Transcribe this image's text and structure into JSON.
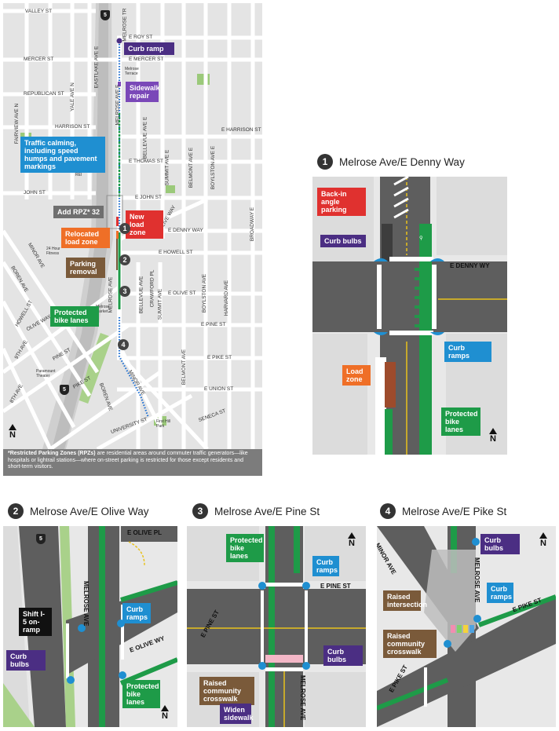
{
  "colors": {
    "purple": "#4b2e83",
    "green": "#1e9b48",
    "blue": "#1f8fd1",
    "red": "#e0312f",
    "orange": "#ef6f27",
    "brown": "#7a5a3a",
    "gray": "#6f6f6f",
    "violet": "#7a48b8",
    "black": "#111111"
  },
  "overview": {
    "streets": {
      "valley": "VALLEY ST",
      "mercer": "MERCER ST",
      "republican": "REPUBLICAN ST",
      "harrison": "HARRISON ST",
      "thomas": "E THOMAS ST",
      "john": "JOHN ST",
      "ejohn": "E JOHN ST",
      "denny": "E DENNY WAY",
      "howell": "E HOWELL ST",
      "olive": "E OLIVE ST",
      "pine": "E PINE ST",
      "pike": "E PIKE ST",
      "union": "E UNION ST",
      "seneca": "SENECA ST",
      "university": "UNIVERSITY ST",
      "eroy": "E ROY ST",
      "emercer": "E MERCER ST",
      "eharrison": "E HARRISON ST",
      "pine_w": "PINE ST",
      "pike_w": "PIKE ST",
      "olive_way": "OLIVE WAY",
      "howell_w": "HOWELL ST",
      "ninth": "9TH AVE",
      "eighth": "8TH AVE",
      "minor": "MINOR AVE",
      "boren": "BOREN AVE",
      "fairview": "FAIRVIEW AVE N",
      "yale": "YALE AVE N",
      "eastlake": "EASTLAKE AVE E",
      "melrose_e": "MELROSE AVE E",
      "melrose_n": "MELROSE AVE",
      "bellevue_e": "BELLEVUE AVE E",
      "summit_e": "SUMMIT AVE E",
      "belmont_e": "BELMONT AVE E",
      "boylston_e": "BOYLSTON AVE E",
      "broadway_e": "BROADWAY E",
      "olive_way_e": "OLIVE WAY",
      "bellevue": "BELLEVUE AVE",
      "crawford": "CRAWFORD PL",
      "summit": "SUMMIT AVE",
      "belmont": "BELMONT AVE",
      "boylston": "BOYLSTON AVE",
      "harvard": "HARVARD AVE",
      "minor_s": "MINOR AVE",
      "boren_s": "BOREN AVE",
      "melrose_terr": "Melrose Terrace",
      "melrose_mkt": "Melrose Market",
      "fitness": "24 Hour Fitness",
      "paramount": "Paramount Theater",
      "firsthill": "First Hill Park",
      "rei": "REI",
      "melrose_top": "MELROSE TR"
    },
    "callouts": {
      "curb_ramp": "Curb ramp",
      "sidewalk": "Sidewalk repair",
      "traffic": "Traffic calming, including speed humps and pavement markings",
      "rpz": "Add RPZ* 32",
      "new_load": "New load zone",
      "relocated": "Relocated load zone",
      "parking": "Parking removal",
      "bike": "Protected bike lanes"
    },
    "markers": [
      "1",
      "2",
      "3",
      "4"
    ],
    "interstate": "5",
    "north": "N",
    "footnote_bold": "*Restricted Parking Zones (RPZs)",
    "footnote_rest": " are residential areas around commuter traffic generators—like hospitals or lightrail stations—where on-street parking is restricted for those except residents and short-term visitors."
  },
  "detail1": {
    "num": "1",
    "title": "Melrose Ave/E Denny Way",
    "labels": {
      "angle": "Back-in angle parking",
      "bulbs": "Curb bulbs",
      "ramps": "Curb ramps",
      "load": "Load zone",
      "bike": "Protected bike lanes"
    },
    "street": "E DENNY WY",
    "north": "N"
  },
  "detail2": {
    "num": "2",
    "title": "Melrose Ave/E Olive Way",
    "labels": {
      "shift": "Shift I-5 on-ramp",
      "bulbs": "Curb bulbs",
      "ramps": "Curb ramps",
      "bike": "Protected bike lanes"
    },
    "streets": {
      "olive_pl": "E OLIVE PL",
      "melrose": "MELROSE AVE",
      "olive_wy": "E OLIVE WY"
    },
    "interstate": "5",
    "north": "N"
  },
  "detail3": {
    "num": "3",
    "title": "Melrose Ave/E Pine St",
    "labels": {
      "bike": "Protected bike lanes",
      "ramps": "Curb ramps",
      "bulbs": "Curb bulbs",
      "raised": "Raised community crosswalk",
      "widen": "Widen sidewalk"
    },
    "streets": {
      "pine_e": "E PINE ST",
      "pine_w": "E PINE ST",
      "melrose": "MELROSE AVE"
    },
    "north": "N"
  },
  "detail4": {
    "num": "4",
    "title": "Melrose Ave/E Pike St",
    "labels": {
      "bulbs": "Curb bulbs",
      "ramps": "Curb ramps",
      "intersection": "Raised intersection",
      "crosswalk": "Raised community crosswalk"
    },
    "streets": {
      "minor": "MINOR AVE",
      "melrose": "MELROSE AVE",
      "pike_e": "E PIKE ST",
      "pike_w": "E PIKE ST"
    },
    "north": "N"
  }
}
